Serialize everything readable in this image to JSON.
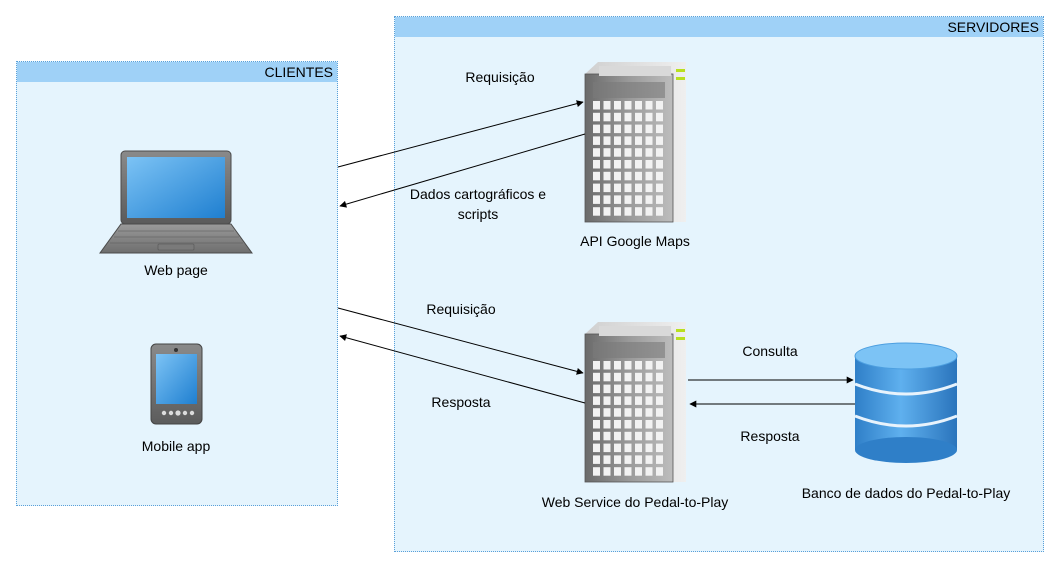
{
  "groups": {
    "clients_title": "CLIENTES",
    "servers_title": "SERVIDORES"
  },
  "nodes": {
    "web_page": "Web page",
    "mobile_app": "Mobile app",
    "google_maps": "API Google Maps",
    "web_service": "Web Service do Pedal-to-Play",
    "database": "Banco de dados do Pedal-to-Play"
  },
  "edges": {
    "maps_request": "Requisição",
    "maps_response": "Dados cartográficos e scripts",
    "ws_request": "Requisição",
    "ws_response": "Resposta",
    "db_query": "Consulta",
    "db_response": "Resposta"
  },
  "icons": {
    "laptop": "laptop-icon",
    "phone": "smartphone-icon",
    "server": "server-icon",
    "database": "database-icon"
  },
  "colors": {
    "group_fill": "#e5f4fd",
    "group_header": "#9fd1f7",
    "database_blue": "#3d8fd9"
  }
}
